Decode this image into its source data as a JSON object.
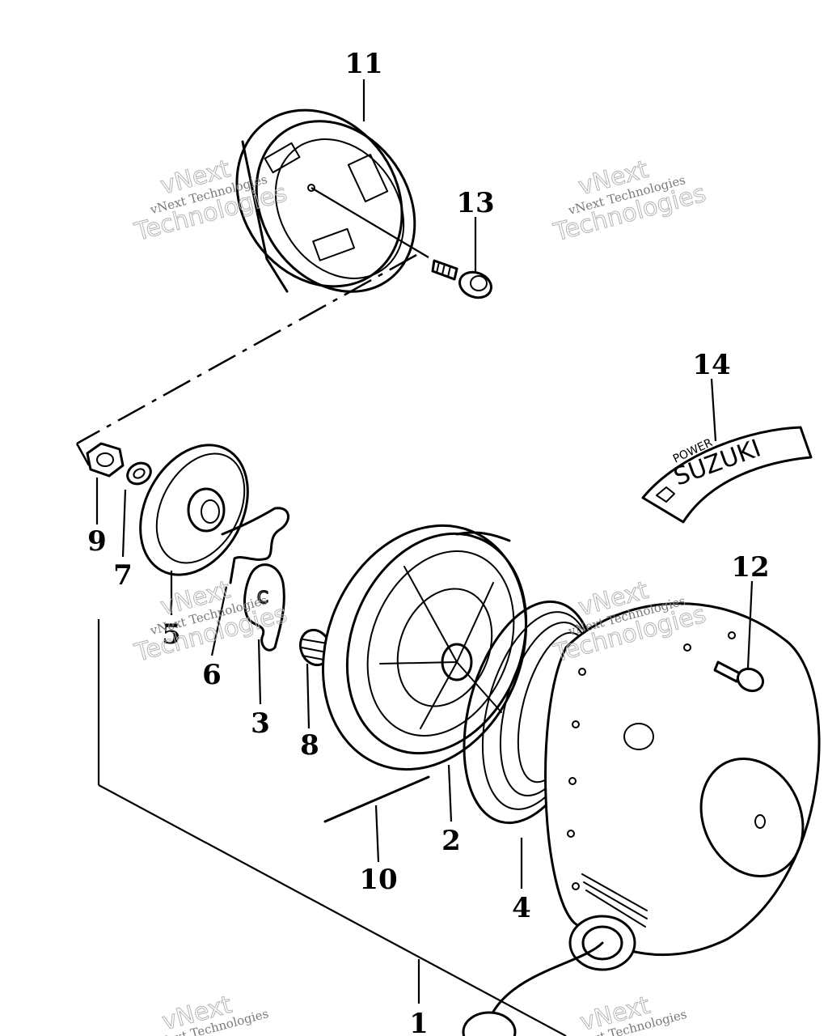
{
  "callouts": {
    "p1": "1",
    "p2": "2",
    "p3": "3",
    "p4": "4",
    "p5": "5",
    "p6": "6",
    "p7": "7",
    "p8": "8",
    "p9": "9",
    "p10": "10",
    "p11": "11",
    "p12": "12",
    "p13": "13",
    "p14": "14"
  },
  "watermark": {
    "line": "vNext Technologies",
    "word1": "vNext",
    "word2": "Technologies"
  },
  "badge": {
    "brand": "SUZUKI",
    "small": "POWER"
  }
}
